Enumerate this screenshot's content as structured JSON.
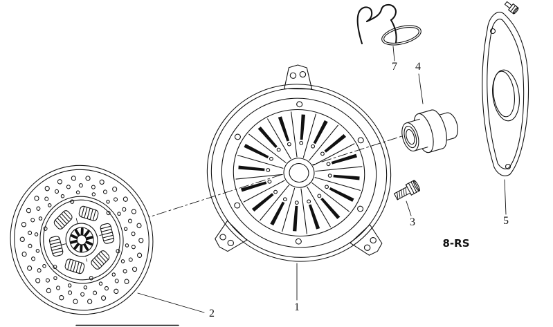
{
  "colors": {
    "background": "#ffffff",
    "line": "#111111"
  },
  "callouts": {
    "retaining_clip": {
      "label": "7"
    },
    "release_bearing": {
      "label": "4"
    },
    "bolt": {
      "label": "3"
    },
    "guide_plate": {
      "label": "5"
    },
    "pressure_plate": {
      "label": "1"
    },
    "clutch_disc": {
      "label": "2"
    }
  },
  "annotations": {
    "code": {
      "label": "8-RS"
    }
  }
}
